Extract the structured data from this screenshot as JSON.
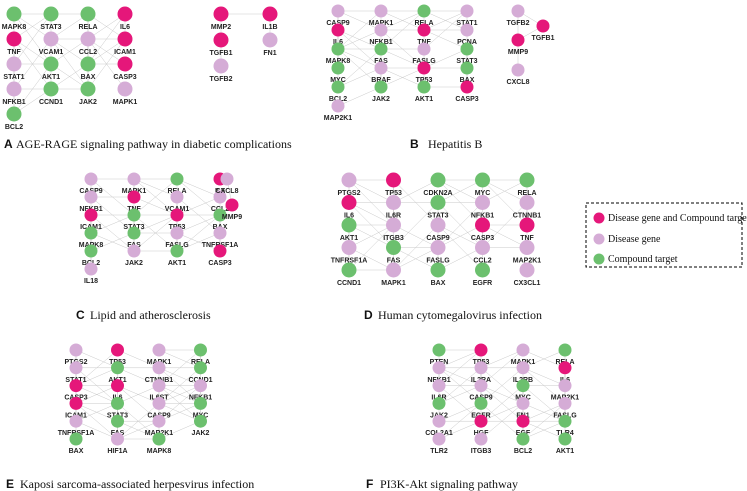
{
  "colors": {
    "both": "#e5177a",
    "disease": "#d5acd6",
    "compound": "#6cc06e"
  },
  "legend": {
    "items": [
      {
        "type": "both",
        "label": "Disease gene and Compound target"
      },
      {
        "type": "disease",
        "label": "Disease gene"
      },
      {
        "type": "compound",
        "label": "Compound target"
      }
    ]
  },
  "panels": [
    {
      "letter": "A",
      "title": "AGE-RAGE signaling pathway in diabetic complications",
      "nodes": [
        {
          "label": "MAPK8",
          "type": "compound"
        },
        {
          "label": "STAT3",
          "type": "compound"
        },
        {
          "label": "RELA",
          "type": "compound"
        },
        {
          "label": "IL6",
          "type": "both"
        },
        {
          "label": "TNF",
          "type": "both"
        },
        {
          "label": "VCAM1",
          "type": "disease"
        },
        {
          "label": "CCL2",
          "type": "disease"
        },
        {
          "label": "ICAM1",
          "type": "both"
        },
        {
          "label": "STAT1",
          "type": "disease"
        },
        {
          "label": "AKT1",
          "type": "compound"
        },
        {
          "label": "BAX",
          "type": "compound"
        },
        {
          "label": "CASP3",
          "type": "both"
        },
        {
          "label": "NFKB1",
          "type": "disease"
        },
        {
          "label": "CCND1",
          "type": "compound"
        },
        {
          "label": "JAK2",
          "type": "compound"
        },
        {
          "label": "MAPK1",
          "type": "disease"
        },
        {
          "label": "BCL2",
          "type": "compound"
        },
        {
          "label": "MMP2",
          "type": "both"
        },
        {
          "label": "IL1B",
          "type": "both"
        },
        {
          "label": "TGFB1",
          "type": "both"
        },
        {
          "label": "FN1",
          "type": "disease"
        },
        {
          "label": "TGFB2",
          "type": "disease"
        }
      ]
    },
    {
      "letter": "B",
      "title": "Hepatitis B",
      "nodes": [
        {
          "label": "CASP9",
          "type": "disease"
        },
        {
          "label": "MAPK1",
          "type": "disease"
        },
        {
          "label": "RELA",
          "type": "compound"
        },
        {
          "label": "STAT1",
          "type": "disease"
        },
        {
          "label": "IL6",
          "type": "both"
        },
        {
          "label": "NFKB1",
          "type": "disease"
        },
        {
          "label": "TNF",
          "type": "both"
        },
        {
          "label": "PCNA",
          "type": "disease"
        },
        {
          "label": "MAPK8",
          "type": "compound"
        },
        {
          "label": "FAS",
          "type": "compound"
        },
        {
          "label": "FASLG",
          "type": "disease"
        },
        {
          "label": "STAT3",
          "type": "compound"
        },
        {
          "label": "MYC",
          "type": "compound"
        },
        {
          "label": "BRAF",
          "type": "disease"
        },
        {
          "label": "TP53",
          "type": "both"
        },
        {
          "label": "BAX",
          "type": "compound"
        },
        {
          "label": "BCL2",
          "type": "compound"
        },
        {
          "label": "JAK2",
          "type": "compound"
        },
        {
          "label": "AKT1",
          "type": "compound"
        },
        {
          "label": "CASP3",
          "type": "both"
        },
        {
          "label": "MAP2K1",
          "type": "disease"
        },
        {
          "label": "TGFB2",
          "type": "disease"
        },
        {
          "label": "TGFB1",
          "type": "both"
        },
        {
          "label": "MMP9",
          "type": "both"
        },
        {
          "label": "CXCL8",
          "type": "disease"
        }
      ]
    },
    {
      "letter": "C",
      "title": "Lipid and atherosclerosis",
      "nodes": [
        {
          "label": "CASP9",
          "type": "disease"
        },
        {
          "label": "MAPK1",
          "type": "disease"
        },
        {
          "label": "RELA",
          "type": "compound"
        },
        {
          "label": "IL6",
          "type": "both"
        },
        {
          "label": "NFKB1",
          "type": "disease"
        },
        {
          "label": "TNF",
          "type": "both"
        },
        {
          "label": "VCAM1",
          "type": "disease"
        },
        {
          "label": "CCL2",
          "type": "disease"
        },
        {
          "label": "ICAM1",
          "type": "both"
        },
        {
          "label": "STAT3",
          "type": "compound"
        },
        {
          "label": "TP53",
          "type": "both"
        },
        {
          "label": "BAX",
          "type": "compound"
        },
        {
          "label": "MAPK8",
          "type": "compound"
        },
        {
          "label": "FAS",
          "type": "compound"
        },
        {
          "label": "FASLG",
          "type": "disease"
        },
        {
          "label": "TNFRSF1A",
          "type": "disease"
        },
        {
          "label": "BCL2",
          "type": "compound"
        },
        {
          "label": "JAK2",
          "type": "disease"
        },
        {
          "label": "AKT1",
          "type": "compound"
        },
        {
          "label": "CASP3",
          "type": "both"
        },
        {
          "label": "IL18",
          "type": "disease"
        },
        {
          "label": "CXCL8",
          "type": "disease"
        },
        {
          "label": "MMP9",
          "type": "both"
        }
      ]
    },
    {
      "letter": "D",
      "title": "Human cytomegalovirus infection",
      "nodes": [
        {
          "label": "PTGS2",
          "type": "disease"
        },
        {
          "label": "TP53",
          "type": "both"
        },
        {
          "label": "CDKN2A",
          "type": "compound"
        },
        {
          "label": "MYC",
          "type": "compound"
        },
        {
          "label": "RELA",
          "type": "compound"
        },
        {
          "label": "IL6",
          "type": "both"
        },
        {
          "label": "IL6R",
          "type": "disease"
        },
        {
          "label": "STAT3",
          "type": "compound"
        },
        {
          "label": "NFKB1",
          "type": "disease"
        },
        {
          "label": "CTNNB1",
          "type": "disease"
        },
        {
          "label": "AKT1",
          "type": "compound"
        },
        {
          "label": "ITGB3",
          "type": "disease"
        },
        {
          "label": "CASP9",
          "type": "disease"
        },
        {
          "label": "CASP3",
          "type": "both"
        },
        {
          "label": "TNF",
          "type": "both"
        },
        {
          "label": "TNFRSF1A",
          "type": "disease"
        },
        {
          "label": "FAS",
          "type": "compound"
        },
        {
          "label": "FASLG",
          "type": "disease"
        },
        {
          "label": "CCL2",
          "type": "disease"
        },
        {
          "label": "MAP2K1",
          "type": "disease"
        },
        {
          "label": "CCND1",
          "type": "compound"
        },
        {
          "label": "MAPK1",
          "type": "disease"
        },
        {
          "label": "BAX",
          "type": "compound"
        },
        {
          "label": "EGFR",
          "type": "compound"
        },
        {
          "label": "CX3CL1",
          "type": "disease"
        }
      ]
    },
    {
      "letter": "E",
      "title": "Kaposi sarcoma-associated herpesvirus infection",
      "nodes": [
        {
          "label": "PTGS2",
          "type": "disease"
        },
        {
          "label": "TP53",
          "type": "both"
        },
        {
          "label": "MAPK1",
          "type": "disease"
        },
        {
          "label": "RELA",
          "type": "compound"
        },
        {
          "label": "STAT1",
          "type": "disease"
        },
        {
          "label": "AKT1",
          "type": "compound"
        },
        {
          "label": "CTNNB1",
          "type": "disease"
        },
        {
          "label": "CCND1",
          "type": "compound"
        },
        {
          "label": "CASP3",
          "type": "both"
        },
        {
          "label": "IL6",
          "type": "both"
        },
        {
          "label": "IL6ST",
          "type": "disease"
        },
        {
          "label": "NFKB1",
          "type": "disease"
        },
        {
          "label": "ICAM1",
          "type": "both"
        },
        {
          "label": "STAT3",
          "type": "compound"
        },
        {
          "label": "CASP9",
          "type": "disease"
        },
        {
          "label": "MYC",
          "type": "compound"
        },
        {
          "label": "TNFRSF1A",
          "type": "disease"
        },
        {
          "label": "FAS",
          "type": "compound"
        },
        {
          "label": "MAP2K1",
          "type": "disease"
        },
        {
          "label": "JAK2",
          "type": "compound"
        },
        {
          "label": "BAX",
          "type": "compound"
        },
        {
          "label": "HIF1A",
          "type": "disease"
        },
        {
          "label": "MAPK8",
          "type": "compound"
        }
      ]
    },
    {
      "letter": "F",
      "title": "PI3K-Akt signaling pathway",
      "nodes": [
        {
          "label": "PTEN",
          "type": "compound"
        },
        {
          "label": "TP53",
          "type": "both"
        },
        {
          "label": "MAPK1",
          "type": "disease"
        },
        {
          "label": "RELA",
          "type": "compound"
        },
        {
          "label": "NFKB1",
          "type": "disease"
        },
        {
          "label": "IL2RA",
          "type": "disease"
        },
        {
          "label": "IL2RB",
          "type": "disease"
        },
        {
          "label": "IL6",
          "type": "both"
        },
        {
          "label": "IL6R",
          "type": "disease"
        },
        {
          "label": "CASP9",
          "type": "disease"
        },
        {
          "label": "MYC",
          "type": "compound"
        },
        {
          "label": "MAP2K1",
          "type": "disease"
        },
        {
          "label": "JAK2",
          "type": "compound"
        },
        {
          "label": "EGFR",
          "type": "compound"
        },
        {
          "label": "FN1",
          "type": "disease"
        },
        {
          "label": "FASLG",
          "type": "disease"
        },
        {
          "label": "COL2A1",
          "type": "disease"
        },
        {
          "label": "HGF",
          "type": "both"
        },
        {
          "label": "EGF",
          "type": "both"
        },
        {
          "label": "TLR4",
          "type": "compound"
        },
        {
          "label": "TLR2",
          "type": "disease"
        },
        {
          "label": "ITGB3",
          "type": "disease"
        },
        {
          "label": "BCL2",
          "type": "compound"
        },
        {
          "label": "AKT1",
          "type": "compound"
        }
      ]
    }
  ]
}
